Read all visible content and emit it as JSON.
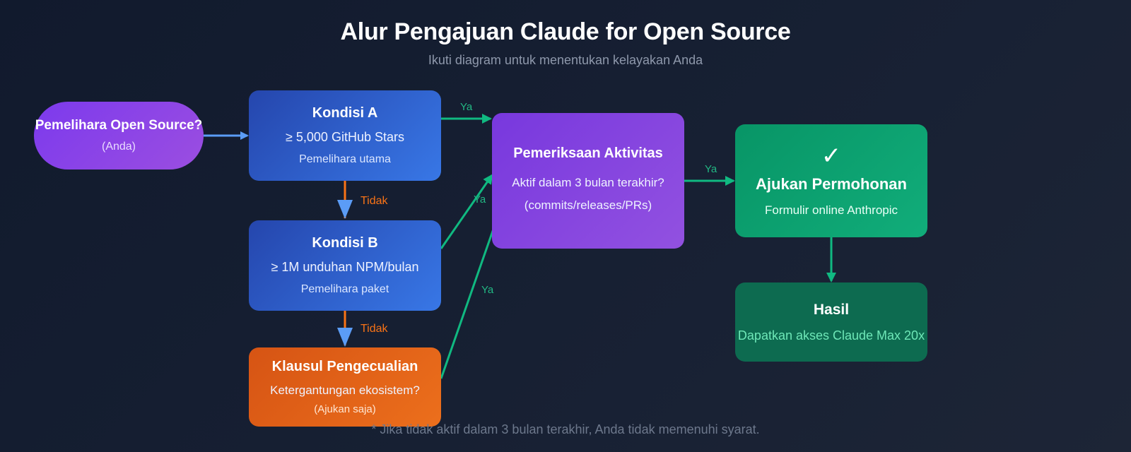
{
  "header": {
    "title": "Alur Pengajuan Claude for Open Source",
    "subtitle": "Ikuti diagram untuk menentukan kelayakan Anda"
  },
  "nodes": {
    "start": {
      "title": "Pemelihara Open Source?",
      "sub": "(Anda)"
    },
    "condition_a": {
      "title": "Kondisi A",
      "line": "≥ 5,000 GitHub Stars",
      "sub": "Pemelihara utama"
    },
    "condition_b": {
      "title": "Kondisi B",
      "line": "≥ 1M unduhan NPM/bulan",
      "sub": "Pemelihara paket"
    },
    "exception": {
      "title": "Klausul Pengecualian",
      "line": "Ketergantungan ekosistem?",
      "sub": "(Ajukan saja)"
    },
    "activity": {
      "title": "Pemeriksaan Aktivitas",
      "line": "Aktif dalam 3 bulan terakhir?",
      "sub": "(commits/releases/PRs)"
    },
    "apply": {
      "check": "✓",
      "title": "Ajukan Permohonan",
      "sub": "Formulir online Anthropic"
    },
    "result": {
      "title": "Hasil",
      "sub": "Dapatkan akses Claude Max 20x"
    }
  },
  "edges": {
    "a_to_b": "Tidak",
    "b_to_exc": "Tidak",
    "a_to_activity": "Ya",
    "b_to_activity": "Ya",
    "exc_to_activity": "Ya",
    "activity_to_apply": "Ya"
  },
  "colors": {
    "arrow_blue": "#5b9cf6",
    "arrow_orange": "#f97316",
    "arrow_green": "#10b981"
  },
  "footnote": "* Jika tidak aktif dalam 3 bulan terakhir, Anda tidak memenuhi syarat."
}
